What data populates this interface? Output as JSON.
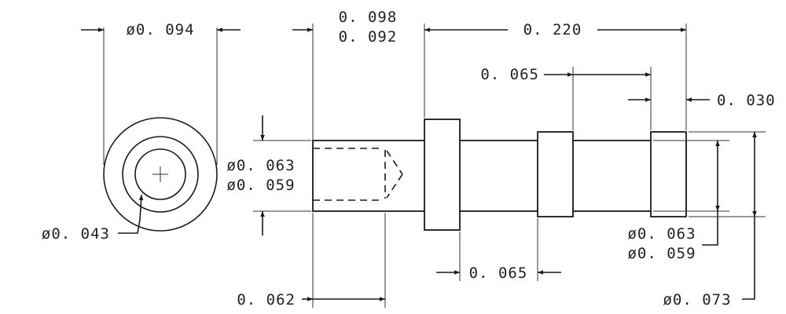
{
  "dimensions": {
    "end_view_diameter": "ø0. 094",
    "end_view_hole": "ø0. 043",
    "hole_depth_max": "0. 098",
    "hole_depth_min": "0. 092",
    "overall_length": "0. 220",
    "collar_spacing": "0. 065",
    "end_collar_width": "0. 030",
    "shaft_dia_max": "ø0. 063",
    "shaft_dia_min": "ø0. 059",
    "right_shaft_dia_max": "ø0. 063",
    "right_shaft_dia_min": "ø0. 059",
    "collar_diameter": "ø0. 073",
    "middle_gap": "0. 065",
    "bore_depth": "0. 062"
  }
}
